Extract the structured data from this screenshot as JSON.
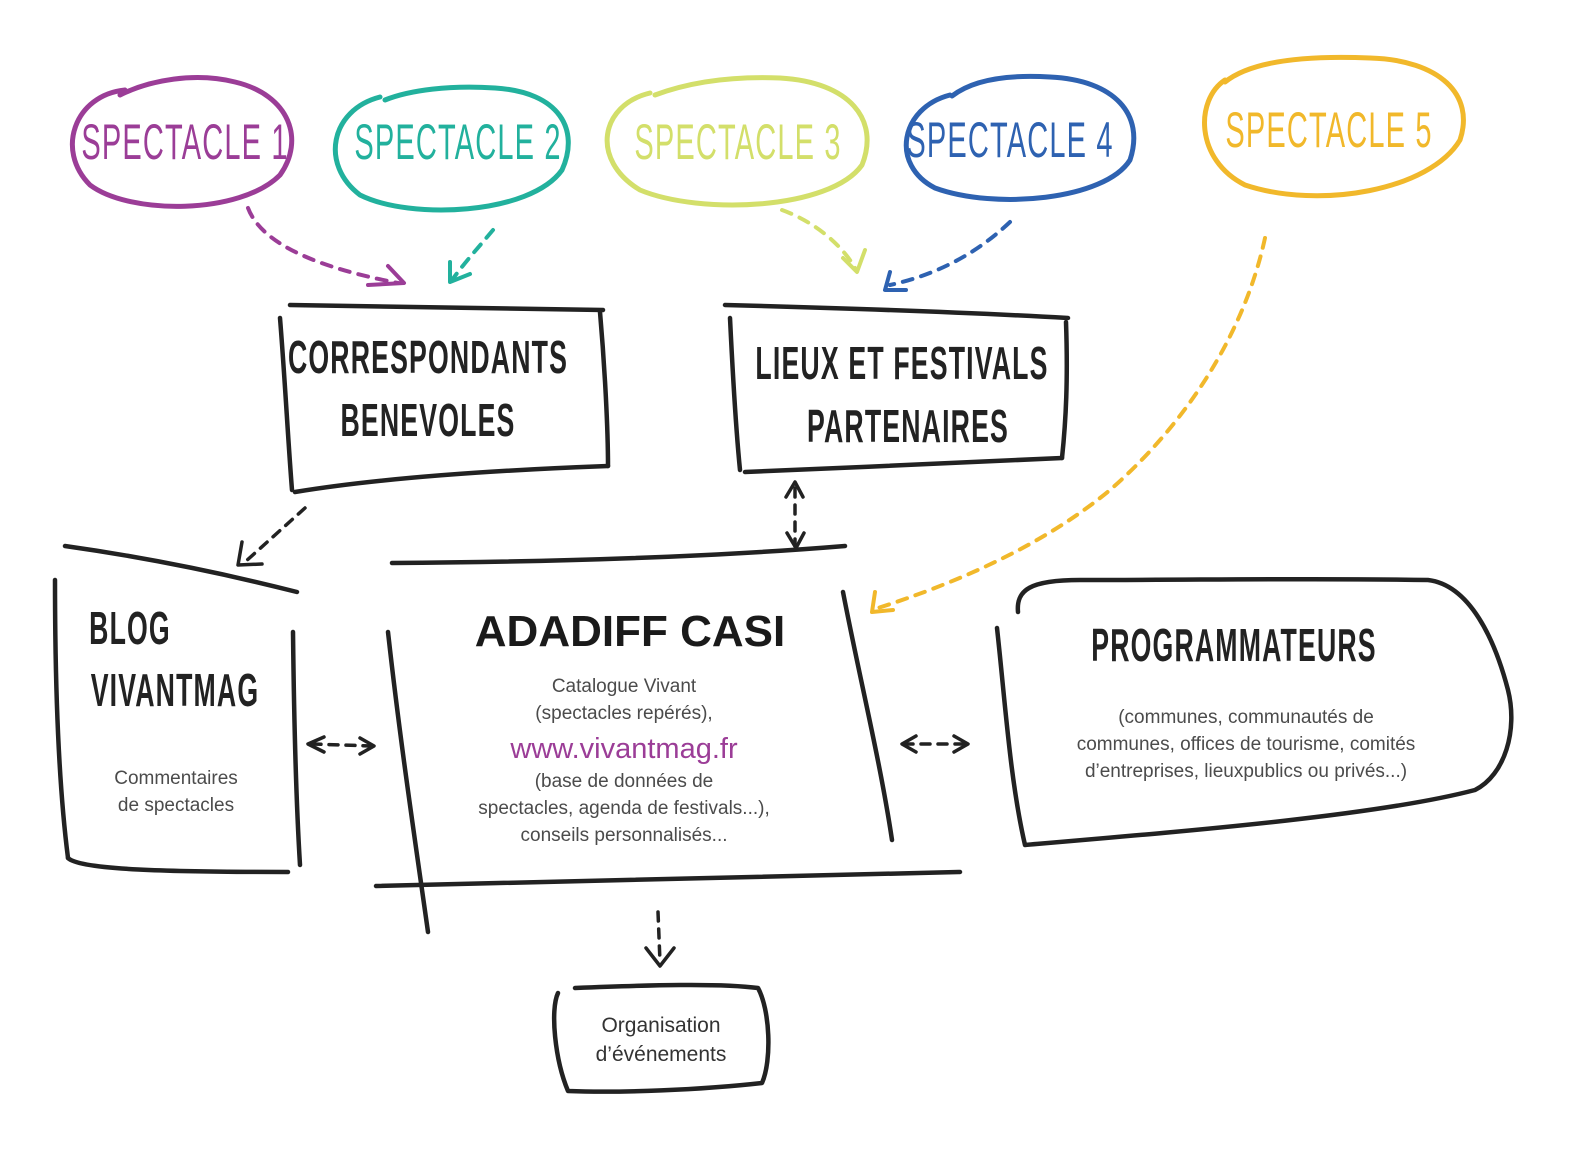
{
  "colors": {
    "spectacle_1": "#9b3d97",
    "spectacle_2": "#22b19d",
    "spectacle_3": "#d3df6a",
    "spectacle_4": "#2e62b1",
    "spectacle_5": "#f1b82b",
    "ink": "#222222",
    "text_gray": "#4b4b4b"
  },
  "spectacles": [
    {
      "label": "SPECTACLE 1"
    },
    {
      "label": "SPECTACLE 2"
    },
    {
      "label": "SPECTACLE 3"
    },
    {
      "label": "SPECTACLE 4"
    },
    {
      "label": "SPECTACLE 5"
    }
  ],
  "correspondants": {
    "line1": "CORRESPONDANTS",
    "line2": "BENEVOLES"
  },
  "lieux": {
    "line1": "LIEUX ET FESTIVALS",
    "line2": "PARTENAIRES"
  },
  "blog": {
    "line1": "BLOG",
    "line2": "VIVANTMAG",
    "desc1": "Commentaires",
    "desc2": "de spectacles"
  },
  "adadiff": {
    "title": "ADADIFF CASI",
    "line1": "Catalogue Vivant",
    "line2": "(spectacles repérés),",
    "url": "www.vivantmag.fr",
    "line3": "(base de données de",
    "line4": "spectacles, agenda de festivals...),",
    "line5": "conseils personnalisés..."
  },
  "programmateurs": {
    "title": "PROGRAMMATEURS",
    "line1": "(communes, communautés de",
    "line2": "communes, offices de tourisme, comités",
    "line3": "d’entreprises, lieuxpublics ou privés...)"
  },
  "organisation": {
    "line1": "Organisation",
    "line2": "d’événements"
  }
}
